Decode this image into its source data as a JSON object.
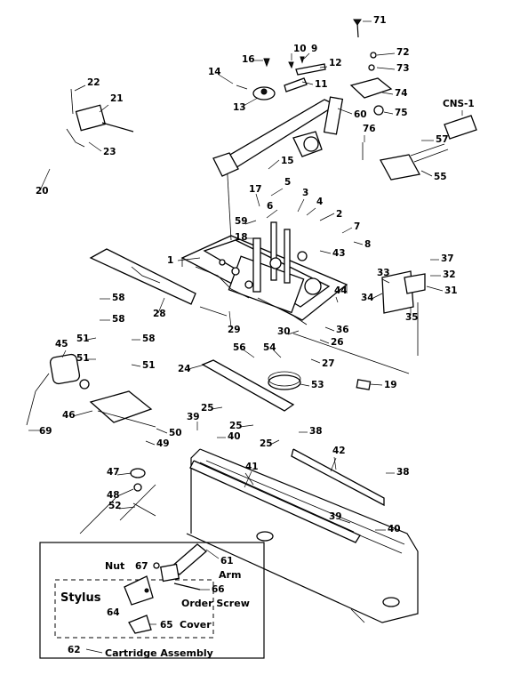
{
  "callouts": [
    "1",
    "2",
    "3",
    "4",
    "5",
    "6",
    "7",
    "8",
    "9",
    "10",
    "11",
    "12",
    "13",
    "14",
    "15",
    "16",
    "17",
    "18",
    "19",
    "20",
    "21",
    "22",
    "23",
    "24",
    "25",
    "25",
    "25",
    "26",
    "27",
    "28",
    "29",
    "30",
    "31",
    "32",
    "33",
    "34",
    "35",
    "36",
    "37",
    "38",
    "38",
    "39",
    "39",
    "40",
    "40",
    "41",
    "42",
    "43",
    "44",
    "45",
    "46",
    "47",
    "48",
    "49",
    "50",
    "51",
    "51",
    "51",
    "52",
    "53",
    "54",
    "55",
    "56",
    "57",
    "58",
    "58",
    "58",
    "59",
    "60",
    "69",
    "71",
    "72",
    "73",
    "74",
    "75",
    "76",
    "CNS-1"
  ],
  "inset": {
    "labels": {
      "nut": "Nut",
      "nut_no": "67",
      "arm_no": "61",
      "arm": "Arm",
      "order_screw_no": "66",
      "order_screw": "Order Screw",
      "stylus": "Stylus",
      "stylus_no": "64",
      "cover_no": "65",
      "cover": "Cover",
      "assembly_no": "62",
      "assembly": "Cartridge Assembly"
    }
  }
}
